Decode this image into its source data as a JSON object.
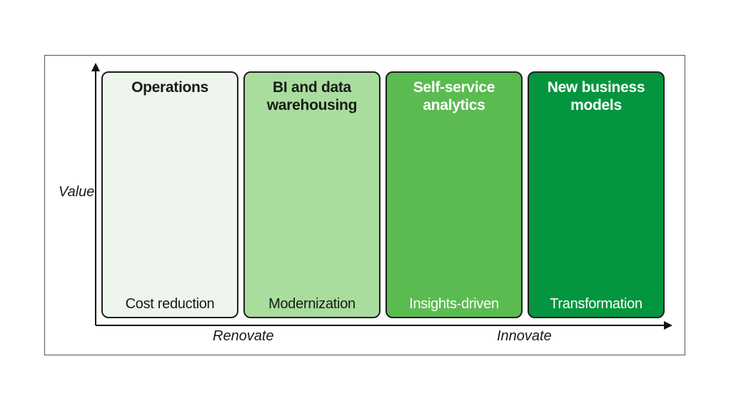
{
  "axes": {
    "y_label": "Value",
    "x_labels": [
      "Renovate",
      "Innovate"
    ]
  },
  "stages": [
    {
      "title": "Operations",
      "subtitle": "Cost reduction",
      "fill": "#eef5ec",
      "text_color": "#1a1a1a"
    },
    {
      "title": "BI and data\nwarehousing",
      "subtitle": "Modernization",
      "fill": "#a9dd9e",
      "text_color": "#1a1a1a"
    },
    {
      "title": "Self-service\nanalytics",
      "subtitle": "Insights-driven",
      "fill": "#5abb51",
      "text_color": "#ffffff"
    },
    {
      "title": "New business\nmodels",
      "subtitle": "Transformation",
      "fill": "#04953f",
      "text_color": "#ffffff"
    }
  ]
}
